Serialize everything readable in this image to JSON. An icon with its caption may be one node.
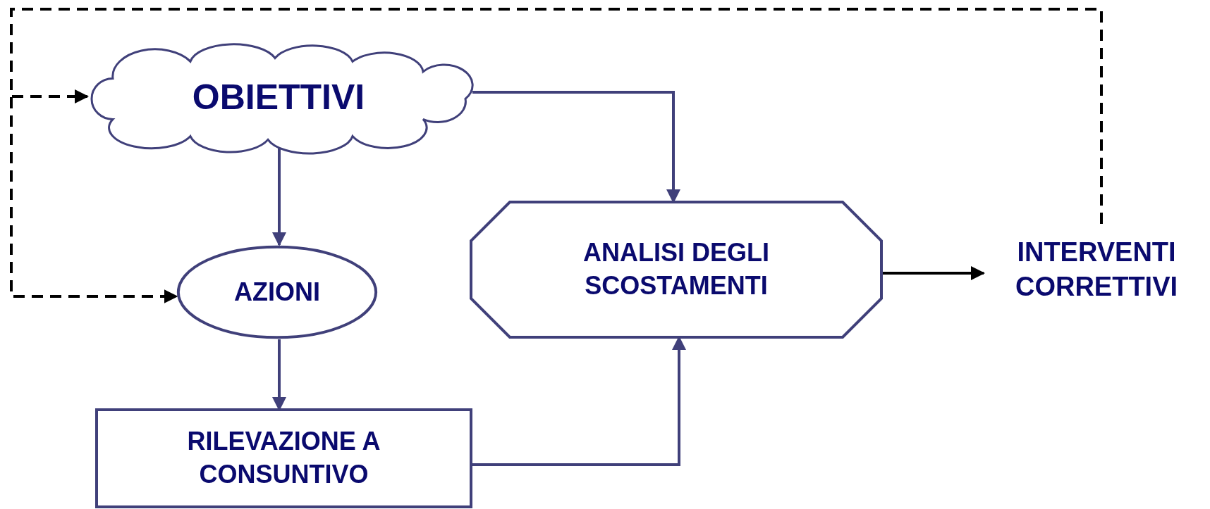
{
  "diagram": {
    "nodes": [
      {
        "text": [
          "OBIETTIVI"
        ]
      },
      {
        "text": [
          "AZIONI"
        ]
      },
      {
        "text": [
          "RILEVAZIONE A CONSUNTIVO"
        ]
      },
      {
        "text": [
          "ANALISI DEGLI SCOSTAMENTI"
        ]
      },
      {
        "text": [
          "INTERVENTI CORRETTIVI"
        ]
      }
    ],
    "edges": [
      {
        "from": 0,
        "to": 1,
        "arrow": "to"
      },
      {
        "from": 1,
        "to": 2,
        "arrow": "to"
      },
      {
        "from": 0,
        "to": 3,
        "arrow": "to"
      },
      {
        "from": 2,
        "to": 3,
        "arrow": "to"
      },
      {
        "from": 3,
        "to": 4,
        "arrow": "to",
        "color": "#000000"
      },
      {
        "from": 4,
        "to": 0,
        "arrow": "to",
        "style": "dashed",
        "color": "#000000"
      },
      {
        "from": 4,
        "to": 1,
        "arrow": "to",
        "style": "dashed",
        "color": "#000000"
      }
    ]
  }
}
